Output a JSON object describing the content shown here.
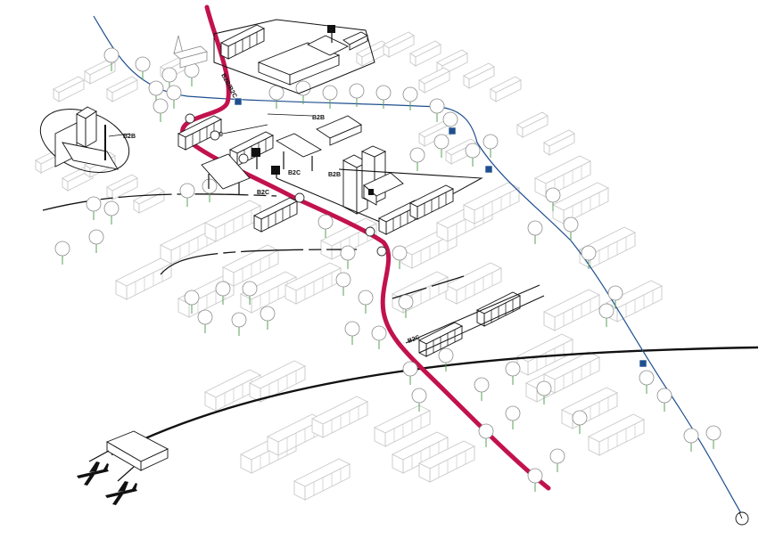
{
  "map": {
    "labels": {
      "b2b_b2c": "B2B/B2C",
      "b2b_factory": "B2B",
      "b2b_warehouse": "B2B",
      "b2c_station": "B2C",
      "b2c_depot": "B2C",
      "b2b_towers": "B2B",
      "b2c_lower": "B2C",
      "b2c_south": "B2C"
    },
    "colors": {
      "delivery_route": "#c2124e",
      "transit_line": "#1f4f8f",
      "rail_line": "#111111",
      "tree_trunk": "#5aa05a",
      "ghost_building": "#c9c9c9"
    },
    "icons": [
      "airplane-icon",
      "airplane-icon",
      "bus-stop-icon",
      "signpost-icon",
      "compass-icon"
    ]
  }
}
